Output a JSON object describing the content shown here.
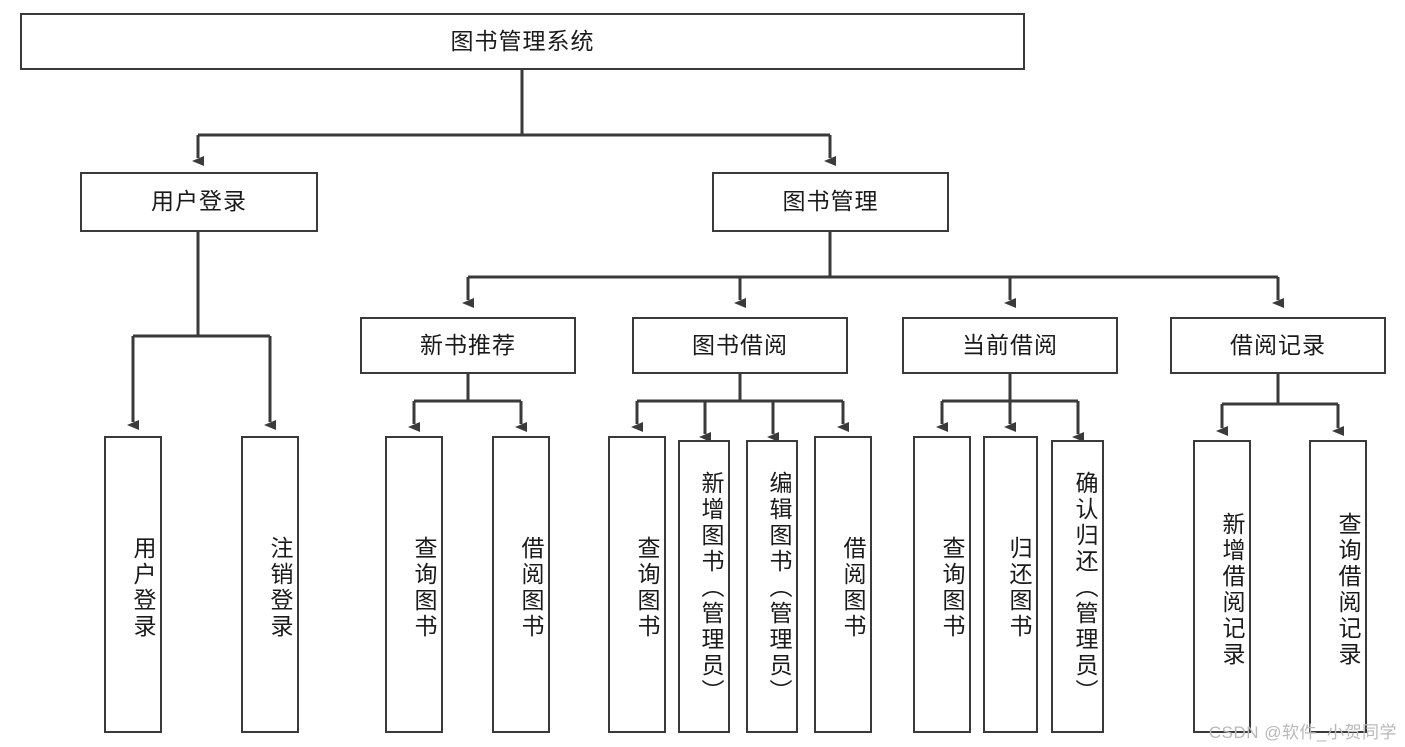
{
  "diagram": {
    "title": "图书管理系统",
    "root": {
      "label": "图书管理系统"
    },
    "level1": [
      {
        "label": "用户登录"
      },
      {
        "label": "图书管理"
      }
    ],
    "level2": [
      {
        "label": "新书推荐"
      },
      {
        "label": "图书借阅"
      },
      {
        "label": "当前借阅"
      },
      {
        "label": "借阅记录"
      }
    ],
    "leaves": {
      "user_login": [
        {
          "label": "用户登录"
        },
        {
          "label": "注销登录"
        }
      ],
      "new_book_recommend": [
        {
          "label": "查询图书"
        },
        {
          "label": "借阅图书"
        }
      ],
      "book_borrow": [
        {
          "label": "查询图书"
        },
        {
          "label": "新增图书（管理员）"
        },
        {
          "label": "编辑图书（管理员）"
        },
        {
          "label": "借阅图书"
        }
      ],
      "current_borrow": [
        {
          "label": "查询图书"
        },
        {
          "label": "归还图书"
        },
        {
          "label": "确认归还（管理员）"
        }
      ],
      "borrow_record": [
        {
          "label": "新增借阅记录"
        },
        {
          "label": "查询借阅记录"
        }
      ]
    }
  },
  "watermark": {
    "text": "CSDN @软件_小贺同学"
  },
  "colors": {
    "border": "#3a3a3a",
    "background": "#ffffff",
    "text": "#1a1a1a",
    "watermark": "#b9b9b9",
    "connector": "#3a3a3a"
  }
}
